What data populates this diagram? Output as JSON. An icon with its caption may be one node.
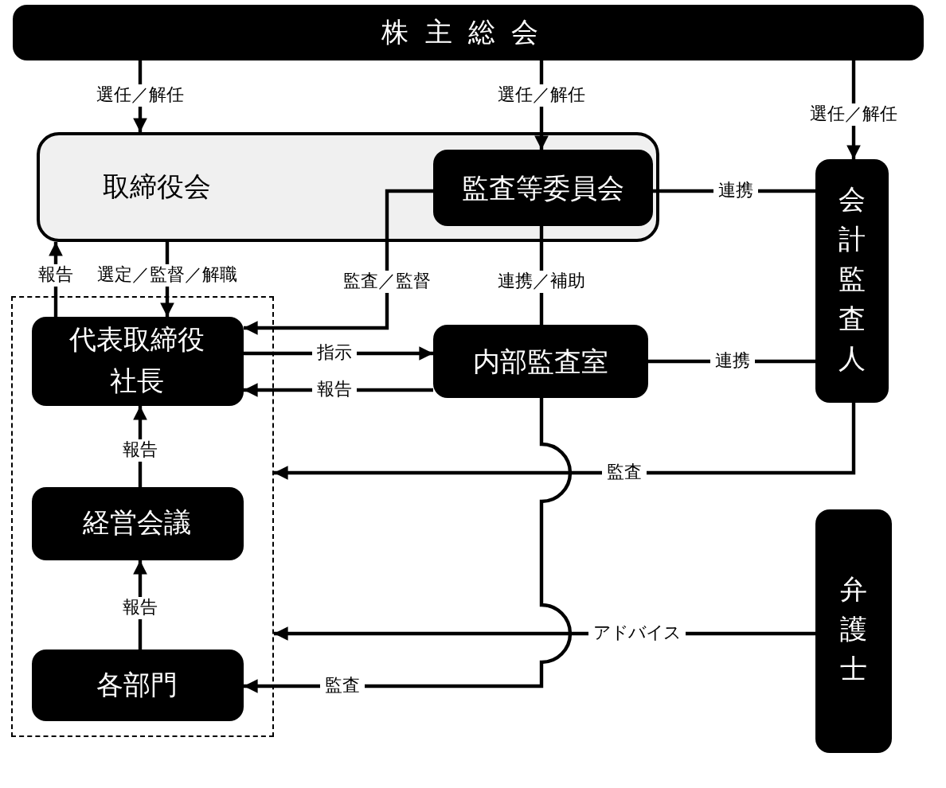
{
  "diagram": {
    "nodes": [
      {
        "text": [
          "株主総会"
        ]
      },
      {
        "text": [
          "取締役会"
        ]
      },
      {
        "text": [
          "監査等委員会"
        ],
        "in": 1
      },
      {
        "text": [],
        "shape": "box"
      },
      {
        "text": [
          "代表取締役社長"
        ],
        "in": 3
      },
      {
        "text": [
          "内部監査室"
        ]
      },
      {
        "text": [
          "会計監査人"
        ]
      },
      {
        "text": [
          "経営会議"
        ],
        "in": 3
      },
      {
        "text": [
          "各部門"
        ],
        "in": 3
      },
      {
        "text": [
          "弁護士"
        ]
      }
    ],
    "edges": [
      {
        "from": 0,
        "to": 1,
        "arrow": "to",
        "label": "選任／解任"
      },
      {
        "from": 0,
        "to": 2,
        "arrow": "to",
        "label": "選任／解任"
      },
      {
        "from": 0,
        "to": 6,
        "arrow": "to",
        "label": "選任／解任"
      },
      {
        "from": 4,
        "to": 1,
        "arrow": "to",
        "label": "報告"
      },
      {
        "from": 1,
        "to": 4,
        "arrow": "to",
        "label": "選定／監督／解職"
      },
      {
        "from": 2,
        "to": 4,
        "arrow": "to",
        "label": "監査／監督"
      },
      {
        "from": 2,
        "to": 6,
        "arrow": "none",
        "label": "連携"
      },
      {
        "from": 2,
        "to": 5,
        "arrow": "none",
        "label": "連携／補助"
      },
      {
        "from": 4,
        "to": 5,
        "arrow": "to",
        "label": "指示"
      },
      {
        "from": 5,
        "to": 4,
        "arrow": "to",
        "label": "報告"
      },
      {
        "from": 5,
        "to": 6,
        "arrow": "none",
        "label": "連携"
      },
      {
        "from": 7,
        "to": 4,
        "arrow": "to",
        "label": "報告"
      },
      {
        "from": 6,
        "to": 3,
        "arrow": "to",
        "label": "監査"
      },
      {
        "from": 8,
        "to": 7,
        "arrow": "to",
        "label": "報告"
      },
      {
        "from": 9,
        "to": 3,
        "arrow": "to",
        "label": "アドバイス"
      },
      {
        "from": 5,
        "to": 8,
        "arrow": "to",
        "label": "監査"
      }
    ]
  }
}
